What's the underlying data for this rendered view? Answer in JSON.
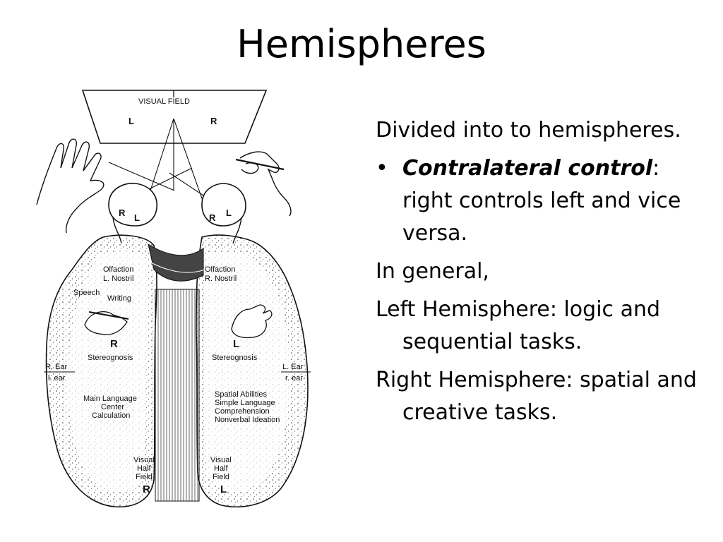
{
  "slide": {
    "title": "Hemispheres",
    "body": {
      "para1": "Divided into to hemispheres.",
      "bullet_mark": "•",
      "bullet_bold": "Contralateral control",
      "bullet_rest": ": right controls left and vice versa.",
      "para2": "In general,",
      "para3": "Left Hemisphere: logic and sequential tasks.",
      "para4": "Right Hemisphere: spatial and creative tasks."
    }
  },
  "figure": {
    "visual_field": "VISUAL  FIELD",
    "field_left": "L",
    "field_right": "R",
    "left_eye_r": "R",
    "left_eye_l": "L",
    "right_eye_r": "R",
    "right_eye_l": "L",
    "left_hemi": {
      "olfaction": "Olfaction",
      "nostril": "L. Nostril",
      "speech": "Speech",
      "writing": "Writing",
      "hand_letter": "R",
      "stereognosis": "Stereognosis",
      "ear_major": "R. Ear",
      "ear_minor": "l. ear",
      "lang1": "Main Language",
      "lang2": "Center",
      "lang3": "Calculation",
      "visual1": "Visual",
      "visual2": "Half",
      "visual3": "Field",
      "visual_letter": "R"
    },
    "right_hemi": {
      "olfaction": "Olfaction",
      "nostril": "R. Nostril",
      "hand_letter": "L",
      "stereognosis": "Stereognosis",
      "ear_major": "L. Ear",
      "ear_minor": "r. ear",
      "ab1": "Spatial Abilities",
      "ab2": "Simple Language",
      "ab3": "Comprehension",
      "ab4": "Nonverbal Ideation",
      "visual1": "Visual",
      "visual2": "Half",
      "visual3": "Field",
      "visual_letter": "L"
    },
    "colors": {
      "ink": "#111111",
      "paper": "#ffffff",
      "shade": "#f2f2f2"
    }
  }
}
